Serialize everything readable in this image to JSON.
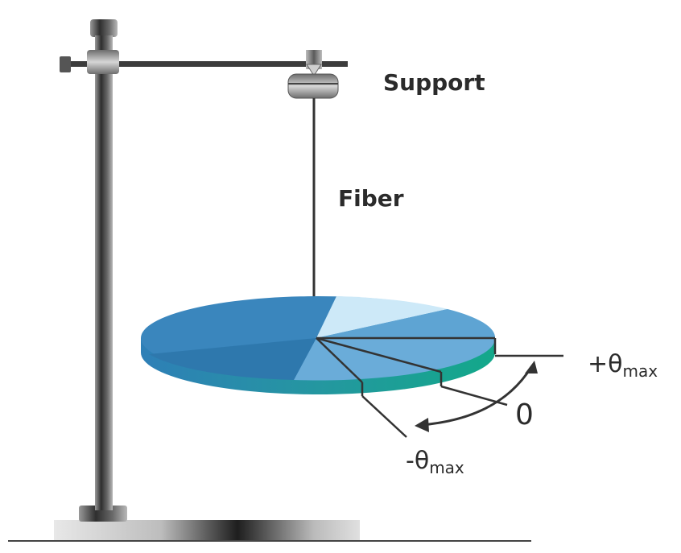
{
  "labels": {
    "support": "Support",
    "fiber": "Fiber",
    "plus_theta_sign": "+θ",
    "minus_theta_sign": "-θ",
    "theta_subscript": "max",
    "zero": "0"
  },
  "colors": {
    "disk_top": "#3a86bd",
    "disk_edge": "#1f9a8a",
    "disk_light": "#cde9f8",
    "rod": "#4a4a4a",
    "text": "#2b2b2b"
  }
}
